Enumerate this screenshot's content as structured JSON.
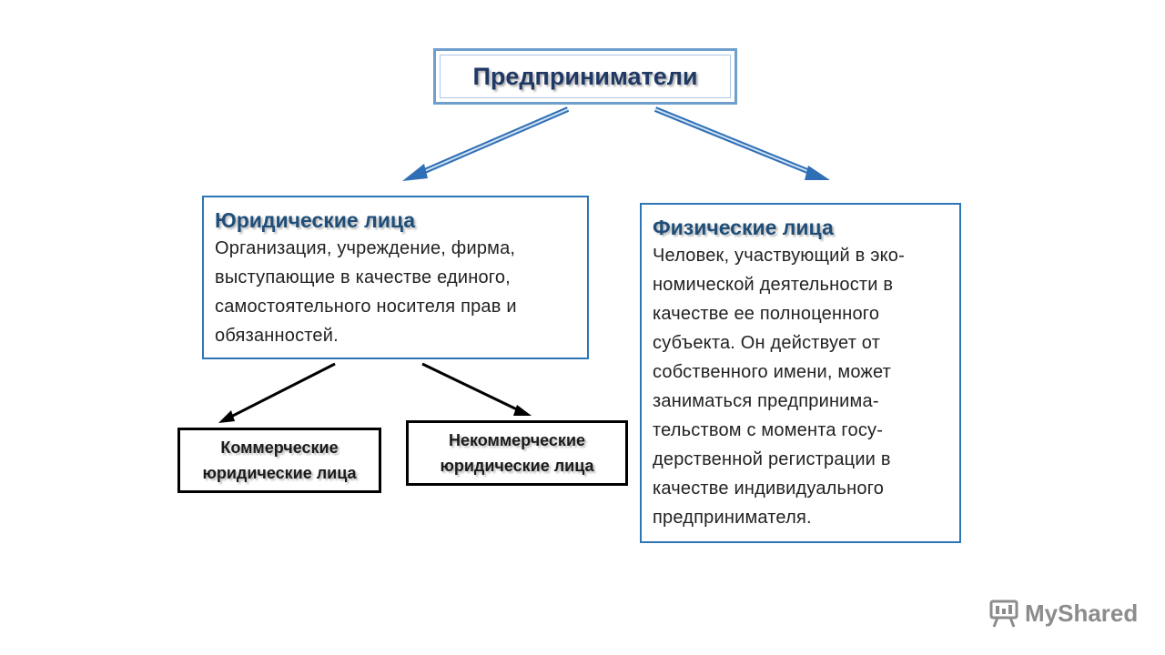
{
  "diagram": {
    "root": {
      "label": "Предприниматели"
    },
    "legal_entities": {
      "heading": "Юридические лица",
      "lines": [
        "Организация, учреждение, фирма,",
        "выступающие в качестве единого,",
        "самостоятельного носителя прав и",
        "обязанностей."
      ]
    },
    "natural_persons": {
      "heading": "Физические лица",
      "lines": [
        "Человек, участвующий в эко-",
        "номической деятельности в",
        "качестве ее полноценного",
        "субъекта. Он действует от",
        "собственного имени, может",
        "заниматься предпринима-",
        "тельством с момента госу-",
        "дерственной регистрации в",
        "качестве индивидуального",
        "предпринимателя."
      ]
    },
    "commercial": {
      "lines": [
        "Коммерческие",
        "юридические лица"
      ]
    },
    "noncommercial": {
      "lines": [
        "Некоммерческие",
        "юридические лица"
      ]
    }
  },
  "watermark": {
    "text": "MyShared",
    "icon": "presentation-board-icon"
  },
  "colors": {
    "title_border": "#6f9fcc",
    "box_border": "#2e75b6",
    "heading": "#1f4e79",
    "arrow_blue": "#2e6fb5"
  }
}
